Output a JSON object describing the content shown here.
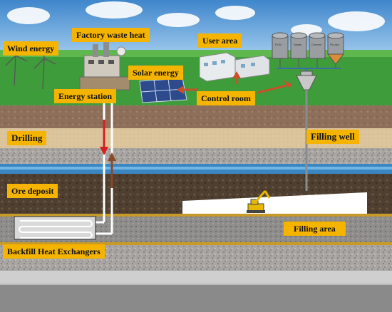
{
  "labels": {
    "wind": "Wind energy",
    "factory": "Factory waste heat",
    "user": "User area",
    "solar": "Solar energy",
    "station": "Energy station",
    "control": "Control room",
    "drilling": "Drilling",
    "filling_well": "Filling well",
    "ore": "Ore deposit",
    "filling_area": "Filling area",
    "backfill": "Backfill Heat Exchangers"
  },
  "silos": [
    "PCM",
    "Waste",
    "Cement",
    "Fly ash"
  ],
  "colors": {
    "label_bg": "#f5b400",
    "sky": "#5d9ed8",
    "grass": "#3c9a3a",
    "soil": "#8a6a55",
    "sand": "#d8c098",
    "gravel": "#a5a2a0",
    "water": "#2f7fb8",
    "ore": "#4a3a2c",
    "fill": "#ffffff",
    "arrow_down": "#d62020",
    "arrow_up": "#8a4a2a",
    "flow_arrow": "#c8502a"
  },
  "icons": [
    "wind-turbine-icon",
    "factory-icon",
    "solar-panel-icon",
    "excavator-icon",
    "silo-icon",
    "hopper-icon"
  ]
}
